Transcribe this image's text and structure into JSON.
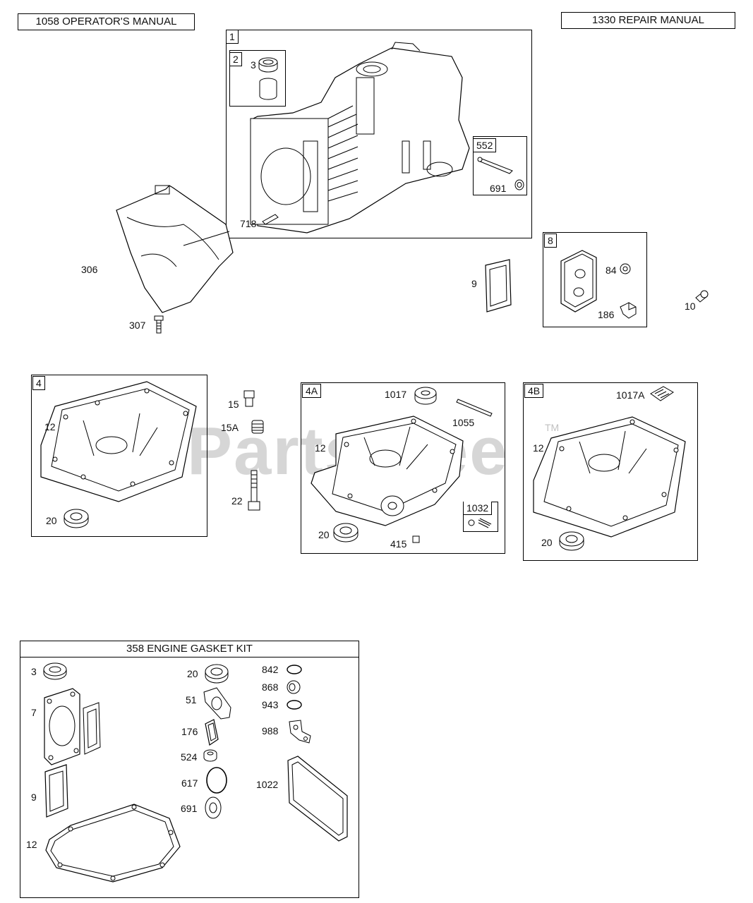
{
  "manuals": {
    "operators": "1058 OPERATOR'S MANUAL",
    "repair": "1330 REPAIR MANUAL"
  },
  "watermark": {
    "brand": "PartsTree",
    "tm": "TM"
  },
  "groups": {
    "g1": "1",
    "g2": "2",
    "g552": "552",
    "g8": "8",
    "g4": "4",
    "g4a": "4A",
    "g4b": "4B",
    "g1032": "1032"
  },
  "labels": {
    "p3": "3",
    "p552_691": "691",
    "p718": "718",
    "p306": "306",
    "p307": "307",
    "p9": "9",
    "p84": "84",
    "p186": "186",
    "p10": "10",
    "g4_12": "12",
    "g4_20": "20",
    "p15": "15",
    "p15a": "15A",
    "p22": "22",
    "g4a_1017": "1017",
    "g4a_1055": "1055",
    "g4a_12": "12",
    "g4a_20": "20",
    "g4a_415": "415",
    "g4b_1017a": "1017A",
    "g4b_12": "12",
    "g4b_20": "20"
  },
  "kit": {
    "title": "358 ENGINE GASKET KIT",
    "items": {
      "k3": "3",
      "k7": "7",
      "k9": "9",
      "k12": "12",
      "k20": "20",
      "k51": "51",
      "k176": "176",
      "k524": "524",
      "k617": "617",
      "k691": "691",
      "k842": "842",
      "k868": "868",
      "k943": "943",
      "k988": "988",
      "k1022": "1022"
    }
  }
}
